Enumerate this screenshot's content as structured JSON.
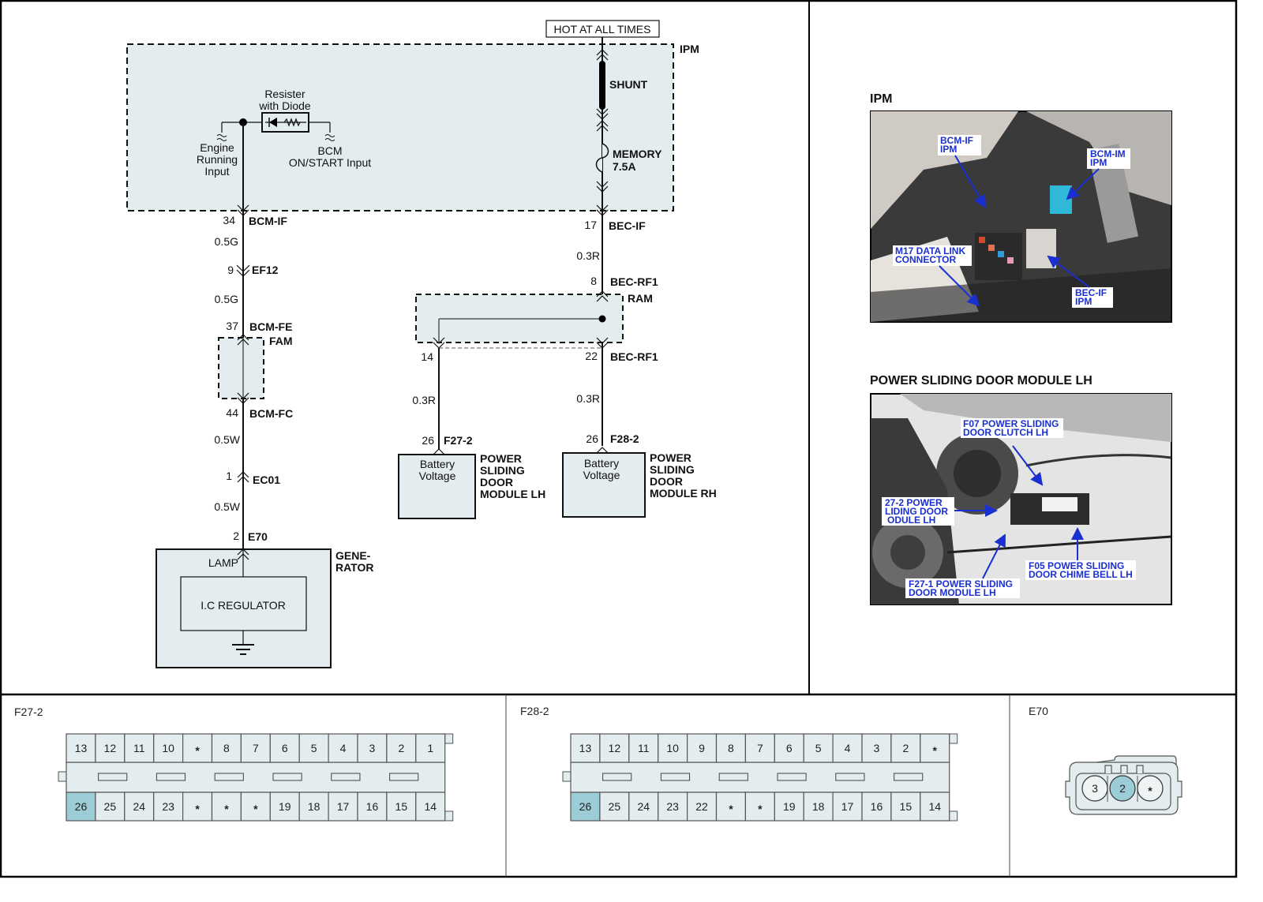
{
  "diagram": {
    "power_source": "HOT AT ALL TIMES",
    "ipm": {
      "label": "IPM",
      "shunt": "SHUNT",
      "fuse_name": "MEMORY",
      "fuse_rating": "7.5A",
      "resister_line1": "Resister",
      "resister_line2": "with Diode",
      "engine_line1": "Engine",
      "engine_line2": "Running",
      "engine_line3": "Input",
      "bcm_line1": "BCM",
      "bcm_line2": "ON/START Input"
    },
    "left_wire": {
      "c1_pin": "34",
      "c1_name": "BCM-IF",
      "w1": "0.5G",
      "c2_pin": "9",
      "c2_name": "EF12",
      "w2": "0.5G",
      "c3_pin": "37",
      "c3_name": "BCM-FE",
      "fam": "FAM",
      "c4_pin": "44",
      "c4_name": "BCM-FC",
      "w3": "0.5W",
      "c5_pin": "1",
      "c5_name": "EC01",
      "w4": "0.5W",
      "c6_pin": "2",
      "c6_name": "E70"
    },
    "generator": {
      "lamp": "LAMP",
      "regulator": "I.C REGULATOR",
      "label_line1": "GENE-",
      "label_line2": "RATOR"
    },
    "right_wire": {
      "c1_pin": "17",
      "c1_name": "BEC-IF",
      "w1": "0.3R",
      "c2_pin": "8",
      "c2_name": "BEC-RF1",
      "ram": "RAM",
      "c3_pin_left": "14",
      "c3_pin_right": "22",
      "c3_name": "BEC-RF1",
      "w_left": "0.3R",
      "w_right": "0.3R",
      "lh_pin": "26",
      "lh_name": "F27-2",
      "rh_pin": "26",
      "rh_name": "F28-2"
    },
    "module_lh": {
      "inner1": "Battery",
      "inner2": "Voltage",
      "l1": "POWER",
      "l2": "SLIDING",
      "l3": "DOOR",
      "l4": "MODULE LH"
    },
    "module_rh": {
      "inner1": "Battery",
      "inner2": "Voltage",
      "l1": "POWER",
      "l2": "SLIDING",
      "l3": "DOOR",
      "l4": "MODULE RH"
    }
  },
  "photos": {
    "ipm": {
      "title": "IPM",
      "callouts": [
        {
          "l1": "BCM-IF",
          "l2": "IPM"
        },
        {
          "l1": "BCM-IM",
          "l2": "IPM"
        },
        {
          "l1": "M17 DATA LINK",
          "l2": "CONNECTOR"
        },
        {
          "l1": "BEC-IF",
          "l2": "IPM"
        }
      ]
    },
    "psd": {
      "title": "POWER SLIDING DOOR MODULE LH",
      "callouts": [
        {
          "l1": "F07 POWER SLIDING",
          "l2": "DOOR CLUTCH LH"
        },
        {
          "l1": "27-2 POWER",
          "l2": "LIDING DOOR",
          "l3": "ODULE LH"
        },
        {
          "l1": "F05 POWER SLIDING",
          "l2": "DOOR CHIME BELL LH"
        },
        {
          "l1": "F27-1 POWER SLIDING",
          "l2": "DOOR MODULE LH"
        }
      ]
    }
  },
  "connectors": {
    "f27": {
      "title": "F27-2",
      "top": [
        "13",
        "12",
        "11",
        "10",
        "*",
        "8",
        "7",
        "6",
        "5",
        "4",
        "3",
        "2",
        "1"
      ],
      "bottom": [
        "26",
        "25",
        "24",
        "23",
        "*",
        "*",
        "*",
        "19",
        "18",
        "17",
        "16",
        "15",
        "14"
      ],
      "highlight": "26"
    },
    "f28": {
      "title": "F28-2",
      "top": [
        "13",
        "12",
        "11",
        "10",
        "9",
        "8",
        "7",
        "6",
        "5",
        "4",
        "3",
        "2",
        "*"
      ],
      "bottom": [
        "26",
        "25",
        "24",
        "23",
        "22",
        "*",
        "*",
        "19",
        "18",
        "17",
        "16",
        "15",
        "14"
      ],
      "highlight": "26"
    },
    "e70": {
      "title": "E70",
      "pins": [
        "3",
        "2",
        "*"
      ],
      "highlight": "2"
    }
  },
  "colors": {
    "module_fill": "#e3ecee",
    "highlight_pin": "#9ccdd6",
    "callout_text": "#1a2fd0"
  }
}
